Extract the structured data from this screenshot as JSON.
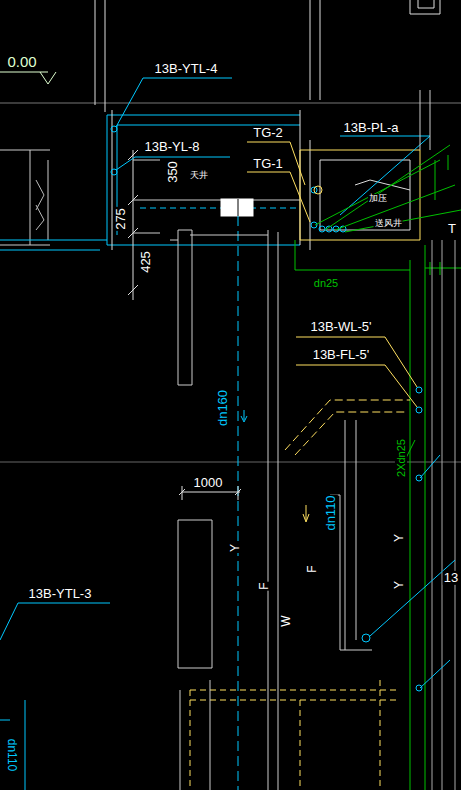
{
  "diagram": {
    "labels": [
      "0.00",
      "13B-YTL-4",
      "13B-YL-8",
      "350",
      "275",
      "425",
      "天井",
      "TG-2",
      "TG-1",
      "13B-PL-a",
      "加压",
      "送风井",
      "dn25",
      "13B-WL-5'",
      "13B-FL-5'",
      "dn160",
      "1000",
      "2Xdn25",
      "dn110",
      "Y",
      "F",
      "W",
      "F",
      "Y",
      "Y",
      "13B-YTL-3",
      "dn110",
      "T",
      "13"
    ]
  }
}
